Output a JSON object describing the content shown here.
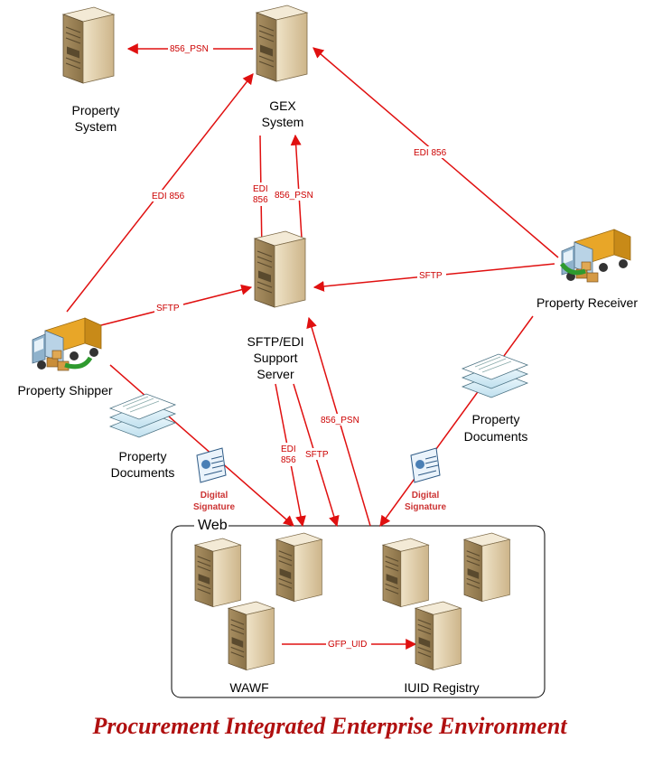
{
  "nodes": {
    "property_system": {
      "label_lines": [
        "Property",
        "System"
      ],
      "icon": "server-tower-icon"
    },
    "gex_system": {
      "label_lines": [
        "GEX",
        "System"
      ],
      "icon": "server-tower-icon"
    },
    "sftp_edi_server": {
      "label_lines": [
        "SFTP/EDI",
        "Support",
        "Server"
      ],
      "icon": "server-tower-icon"
    },
    "property_shipper": {
      "label": "Property Shipper",
      "icon": "delivery-truck-icon"
    },
    "property_receiver": {
      "label": "Property Receiver",
      "icon": "delivery-truck-icon"
    },
    "shipper_documents": {
      "label_lines": [
        "Property",
        "Documents"
      ],
      "icon": "document-stack-icon"
    },
    "receiver_documents": {
      "label_lines": [
        "Property",
        "Documents"
      ],
      "icon": "document-stack-icon"
    },
    "signature_left": {
      "label_lines": [
        "Digital",
        "Signature"
      ],
      "icon": "digital-signature-icon"
    },
    "signature_right": {
      "label_lines": [
        "Digital",
        "Signature"
      ],
      "icon": "digital-signature-icon"
    },
    "web_group": {
      "label": "Web"
    },
    "wawf": {
      "label": "WAWF",
      "icon": "server-tower-icon"
    },
    "iuid_registry": {
      "label": "IUID Registry",
      "icon": "server-tower-icon"
    }
  },
  "edges": {
    "gex_to_property_system": "856_PSN",
    "shipper_to_gex": "EDI 856",
    "receiver_to_gex": "EDI 856",
    "gex_to_sftp": [
      "EDI",
      "856"
    ],
    "sftp_to_gex": "856_PSN",
    "receiver_to_sftp": "SFTP",
    "shipper_to_sftp": "SFTP",
    "sftp_to_web_edi": [
      "EDI",
      "856"
    ],
    "sftp_to_web_sftp": "SFTP",
    "web_to_sftp": "856_PSN",
    "wawf_to_iuid": "GFP_UID"
  },
  "title": "Procurement Integrated Enterprise Environment",
  "colors": {
    "edge": "#e01010",
    "title": "#b01010",
    "server_body": "#d9c6a0",
    "truck_cargo": "#e0a030"
  }
}
